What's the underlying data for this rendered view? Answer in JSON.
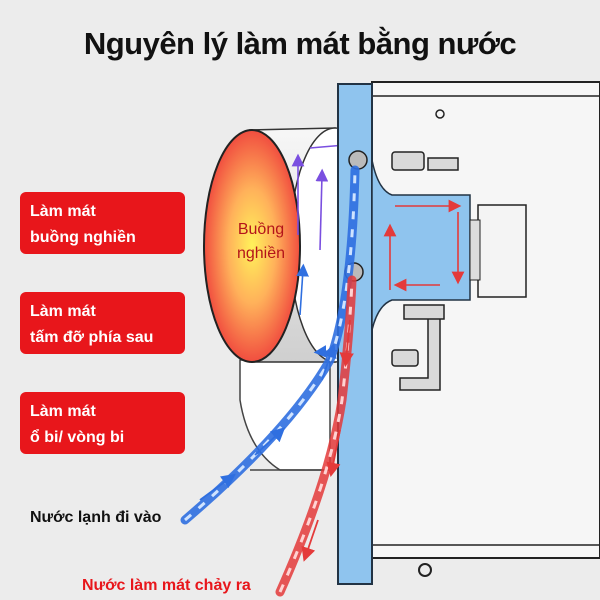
{
  "title": "Nguyên lý làm mát bằng nước",
  "badges": [
    {
      "line1": "Làm mát",
      "line2": "buồng nghiền"
    },
    {
      "line1": "Làm mát",
      "line2": "tấm đỡ phía sau"
    },
    {
      "line1": "Làm mát",
      "line2": "ổ bi/ vòng bi"
    }
  ],
  "chamber_label": {
    "line1": "Buồng",
    "line2": "nghiền"
  },
  "water_in": "Nước lạnh đi vào",
  "water_out": "Nước làm mát chảy ra",
  "colors": {
    "badge": "#e8161b",
    "cold_water": "#2f6fe0",
    "hot_water": "#e43a3a",
    "plate": "#8fc4ee"
  }
}
